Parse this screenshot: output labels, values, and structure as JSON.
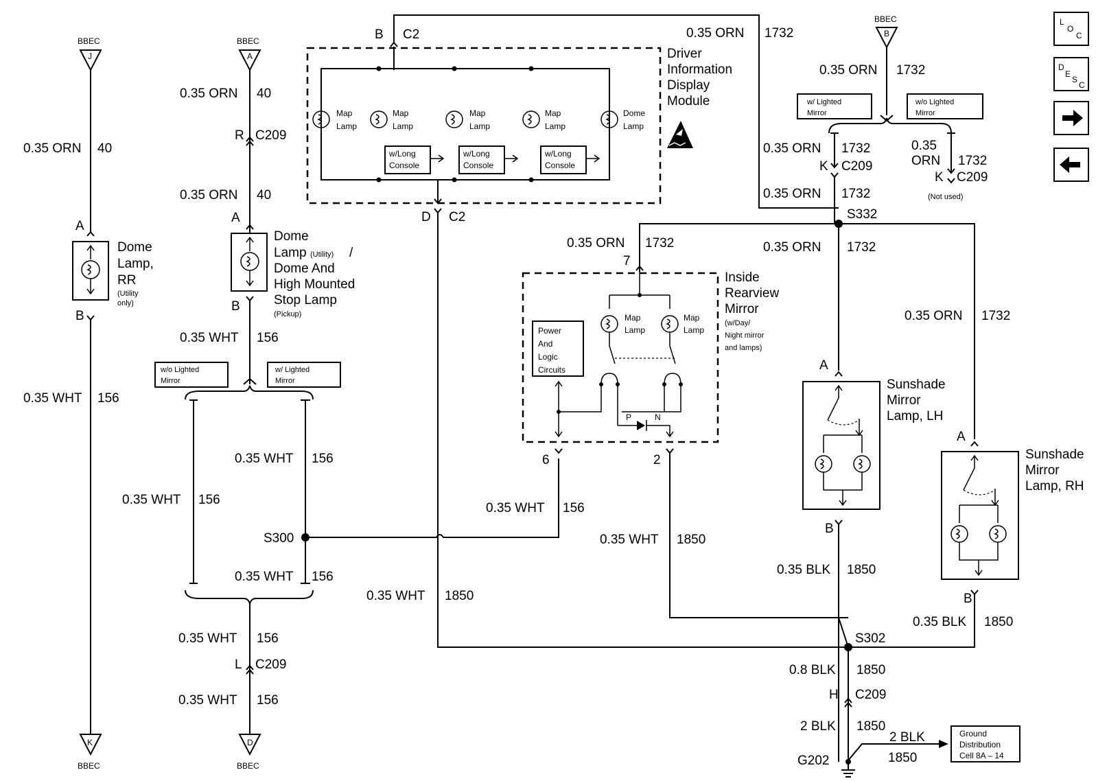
{
  "bbec": "BBEC",
  "connectors": {
    "J": "J",
    "A": "A",
    "B": "B",
    "K": "K",
    "D": "D"
  },
  "wires": {
    "orn_40": "0.35 ORN",
    "n40": "40",
    "orn_1732": "0.35 ORN",
    "n1732": "1732",
    "wht_156": "0.35 WHT",
    "n156": "156",
    "wht_1850": "0.35 WHT",
    "blk_1850": "0.35 BLK",
    "n1850": "1850",
    "blk08": "0.8 BLK",
    "blk2": "2 BLK",
    "orn_stack_a": "0.35",
    "orn_stack_b": "ORN"
  },
  "pins": {
    "A": "A",
    "B": "B",
    "R": "R",
    "L": "L",
    "K": "K",
    "H": "H",
    "D": "D",
    "p7": "7",
    "p6": "6",
    "p2": "2"
  },
  "inline": {
    "C209": "C209",
    "C2": "C2"
  },
  "splices": {
    "S300": "S300",
    "S332": "S332",
    "S302": "S302"
  },
  "ground": "G202",
  "not_used": "(Not used)",
  "options": {
    "w_lighted": "w/ Lighted Mirror",
    "wo_lighted": "w/o Lighted Mirror"
  },
  "dome_rr": {
    "l1": "Dome",
    "l2": "Lamp,",
    "l3": "RR",
    "u1": "(Utility",
    "u2": "only)"
  },
  "dome_util": {
    "l1": "Dome",
    "l2": "Lamp",
    "l2s": "(Utility)",
    "l2e": "/",
    "l3": "Dome And",
    "l4": "High Mounted",
    "l5": "Stop Lamp",
    "l6": "(Pickup)"
  },
  "dim": {
    "l1": "Driver",
    "l2": "Information",
    "l3": "Display",
    "l4": "Module",
    "map1": "Map",
    "map2": "Lamp",
    "dome1": "Dome",
    "dome2": "Lamp",
    "wlong1": "w/Long",
    "wlong2": "Console"
  },
  "mirror": {
    "l1": "Inside",
    "l2": "Rearview",
    "l3": "Mirror",
    "l4": "(w/Day/",
    "l5": "Night mirror",
    "l6": "and lamps)",
    "pwr1": "Power",
    "pwr2": "And",
    "pwr3": "Logic",
    "pwr4": "Circuits",
    "P": "P",
    "N": "N",
    "map1": "Map",
    "map2": "Lamp"
  },
  "sun_lh": {
    "l1": "Sunshade",
    "l2": "Mirror",
    "l3": "Lamp, LH"
  },
  "sun_rh": {
    "l1": "Sunshade",
    "l2": "Mirror",
    "l3": "Lamp, RH"
  },
  "ground_cell": {
    "l1": "Ground",
    "l2": "Distribution",
    "l3": "Cell 8A – 14"
  },
  "nav": {
    "loc_a": "L",
    "loc_b": "O",
    "loc_c": "C",
    "desc_a": "D",
    "desc_b": "E",
    "desc_c": "S",
    "desc_d": "C",
    "next": "next-page",
    "prev": "previous-page"
  }
}
